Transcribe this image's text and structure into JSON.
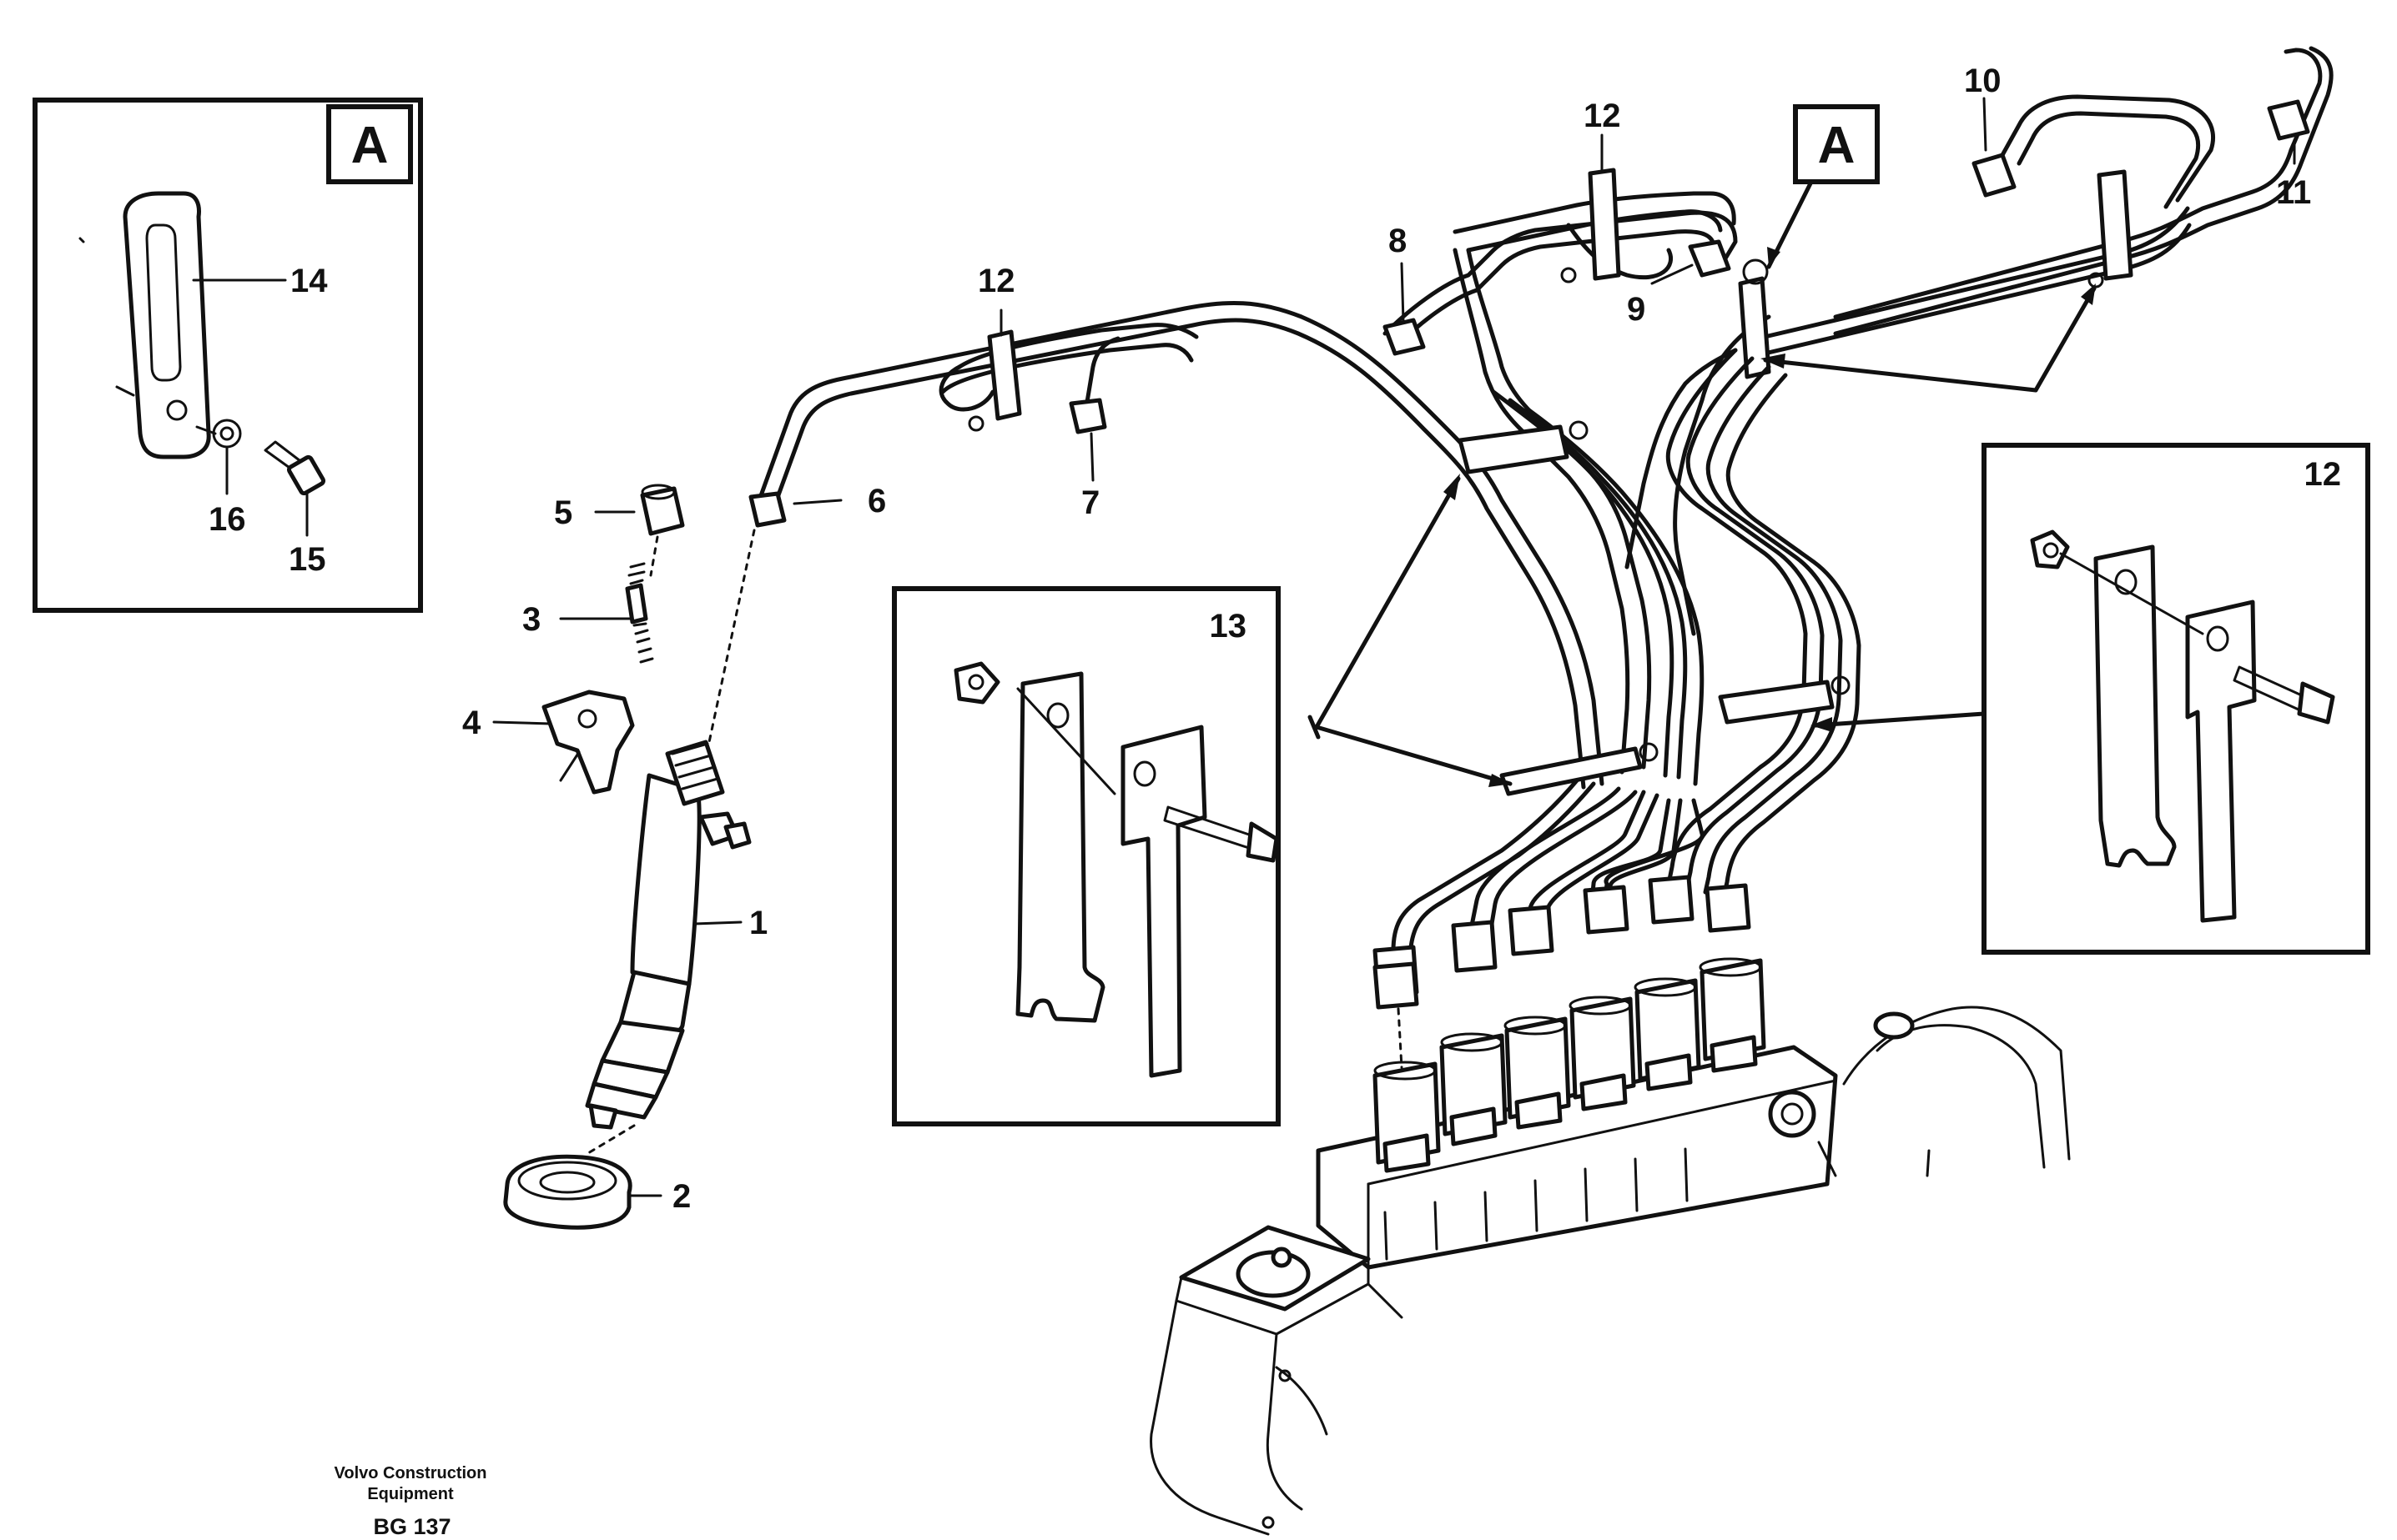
{
  "callouts": {
    "c1": "1",
    "c2": "2",
    "c3": "3",
    "c4": "4",
    "c5": "5",
    "c6": "6",
    "c7": "7",
    "c8": "8",
    "c9": "9",
    "c10": "10",
    "c11": "11",
    "c12a": "12",
    "c12b": "12",
    "c13": "13",
    "c14": "14",
    "c15": "15",
    "c16": "16"
  },
  "detail_boxes": {
    "box_a_label": "A",
    "pipe_a_label": "A",
    "box_12_label": "12",
    "box_13_label": "13"
  },
  "footer": {
    "company_line1": "Volvo Construction",
    "company_line2": "Equipment",
    "code": "BG 137"
  }
}
